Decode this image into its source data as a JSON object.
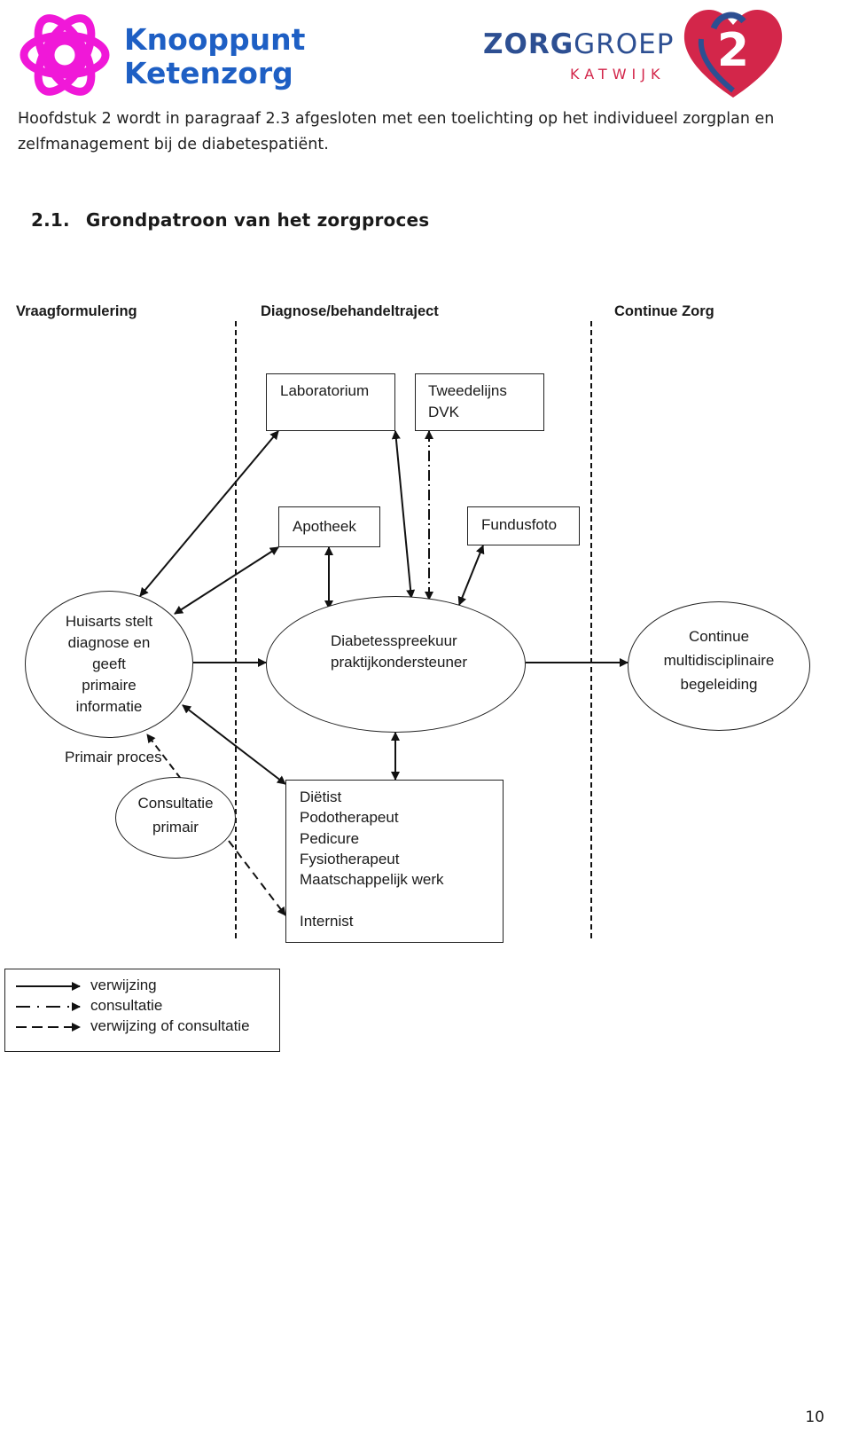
{
  "header": {
    "logo_left_text": [
      "Knooppunt",
      "Ketenzorg"
    ],
    "logo_right_main_bold": "ZORG",
    "logo_right_main_light": "GROEP",
    "logo_right_sub": "KATWIJK",
    "logo_right_icon_text": "2",
    "colors": {
      "magenta": "#f018d8",
      "blue": "#1e5fc4",
      "navy": "#2d4f92",
      "red": "#d3264a"
    }
  },
  "intro_text": "Hoofdstuk 2 wordt in paragraaf  2.3 afgesloten met een toelichting op het individueel zorgplan en zelfmanagement bij de diabetespatiënt.",
  "section": {
    "number": "2.1.",
    "title": "Grondpatroon van het zorgproces"
  },
  "diagram": {
    "column_headers": [
      "Vraagformulering",
      "Diagnose/behandeltraject",
      "Continue Zorg"
    ],
    "nodes": {
      "laboratorium": [
        "Laboratorium"
      ],
      "tweedelijns": [
        "Tweedelijns",
        "DVK"
      ],
      "apotheek": [
        "Apotheek"
      ],
      "fundusfoto": [
        "Fundusfoto"
      ],
      "huisarts": [
        "Huisarts stelt",
        "diagnose en",
        "geeft",
        "primaire",
        "informatie"
      ],
      "spreekuur": [
        "Diabetesspreekuur",
        "praktijkondersteuner"
      ],
      "continue": [
        "Continue",
        "multidisciplinaire",
        "begeleiding"
      ],
      "primair_proces": "Primair proces",
      "consultatie": [
        "Consultatie",
        "primair"
      ],
      "disciplines": [
        "Diëtist",
        "Podotherapeut",
        "Pedicure",
        "Fysiotherapeut",
        "Maatschappelijk werk",
        "",
        "Internist"
      ]
    },
    "legend": [
      "verwijzing",
      "consultatie",
      "verwijzing of consultatie"
    ]
  },
  "page_number": "10"
}
